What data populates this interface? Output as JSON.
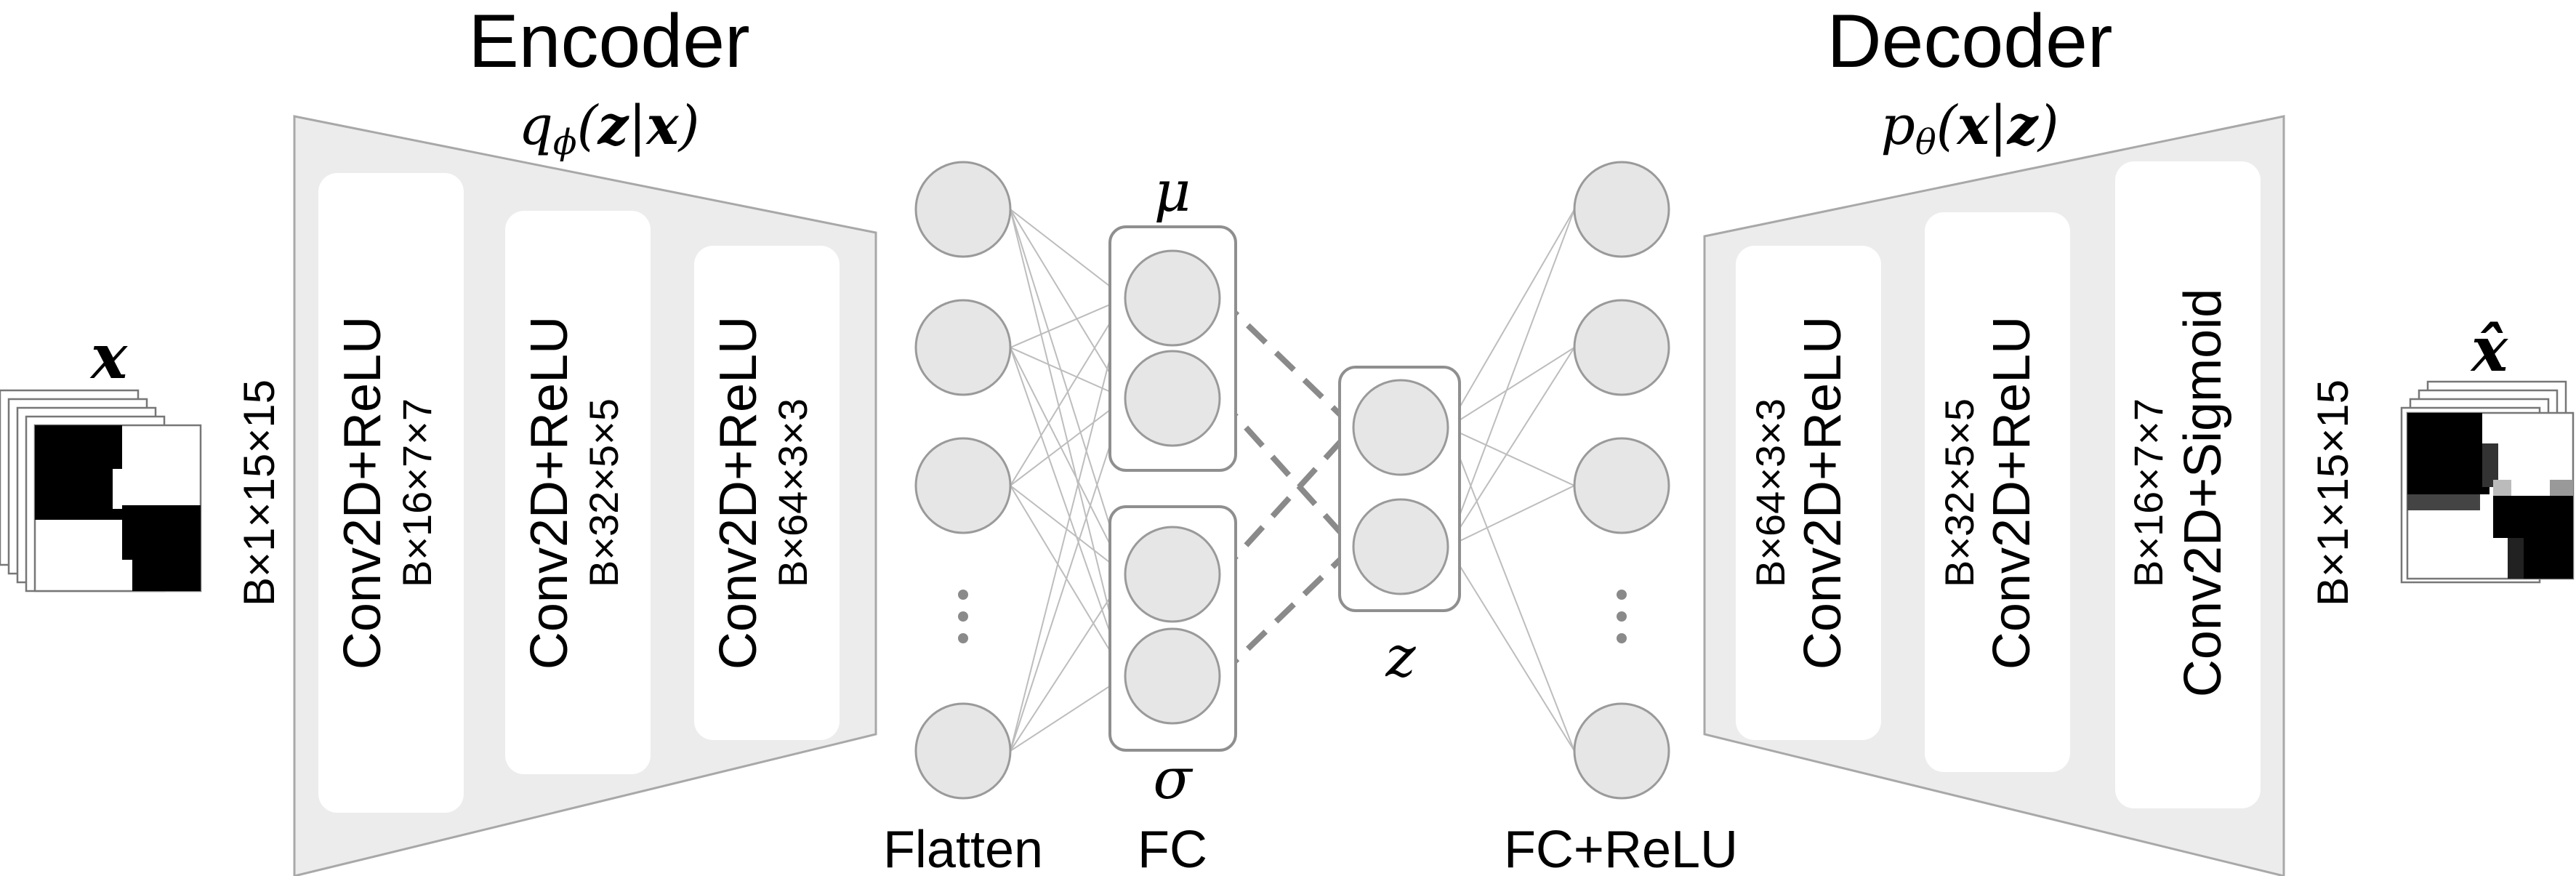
{
  "encoder": {
    "title": "Encoder",
    "formula": {
      "q": "q",
      "phi": "ϕ",
      "open": "(",
      "z": "z",
      "bar": "|",
      "x": "x",
      "close": ")"
    },
    "layers": [
      {
        "op": "Conv2D+ReLU",
        "shape": "B×16×7×7"
      },
      {
        "op": "Conv2D+ReLU",
        "shape": "B×32×5×5"
      },
      {
        "op": "Conv2D+ReLU",
        "shape": "B×64×3×3"
      }
    ]
  },
  "decoder": {
    "title": "Decoder",
    "formula": {
      "p": "p",
      "theta": "θ",
      "open": "(",
      "x": "x",
      "bar": "|",
      "z": "z",
      "close": ")"
    },
    "layers": [
      {
        "op": "Conv2D+ReLU",
        "shape": "B×64×3×3"
      },
      {
        "op": "Conv2D+ReLU",
        "shape": "B×32×5×5"
      },
      {
        "op": "Conv2D+Sigmoid",
        "shape": "B×16×7×7"
      }
    ]
  },
  "input": {
    "symbol": "x",
    "shape": "B×1×15×15"
  },
  "output": {
    "symbol": "x̂",
    "shape": "B×1×15×15"
  },
  "latent": {
    "mu": "μ",
    "sigma": "σ",
    "z": "z"
  },
  "labels": {
    "flatten": "Flatten",
    "fc": "FC",
    "fc_relu": "FC+ReLU"
  },
  "colors": {
    "trapezoid_fill": "#ececec",
    "node_fill": "#e6e6e6",
    "node_stroke": "#9a9a9a",
    "connection": "#bdbdbd",
    "dashed": "#8a8a8a",
    "text": "#000000"
  }
}
